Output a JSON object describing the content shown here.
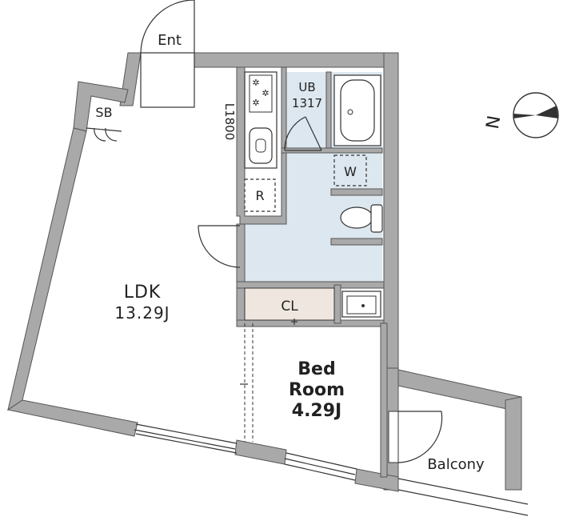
{
  "labels": {
    "entrance": "Ent",
    "shoe_box": "SB",
    "kitchen_width": "L1800",
    "refrigerator": "R",
    "unit_bath": "UB",
    "unit_bath_size": "1317",
    "washer": "W",
    "closet": "CL",
    "ldk": "LDK",
    "ldk_size": "13.29J",
    "bedroom_line1": "Bed",
    "bedroom_line2": "Room",
    "bedroom_size": "4.29J",
    "balcony": "Balcony",
    "north": "N"
  },
  "colors": {
    "wall": "#a9a9a9",
    "wet_area": "#dce7ef",
    "closet": "#efe7df",
    "line": "#333333"
  }
}
